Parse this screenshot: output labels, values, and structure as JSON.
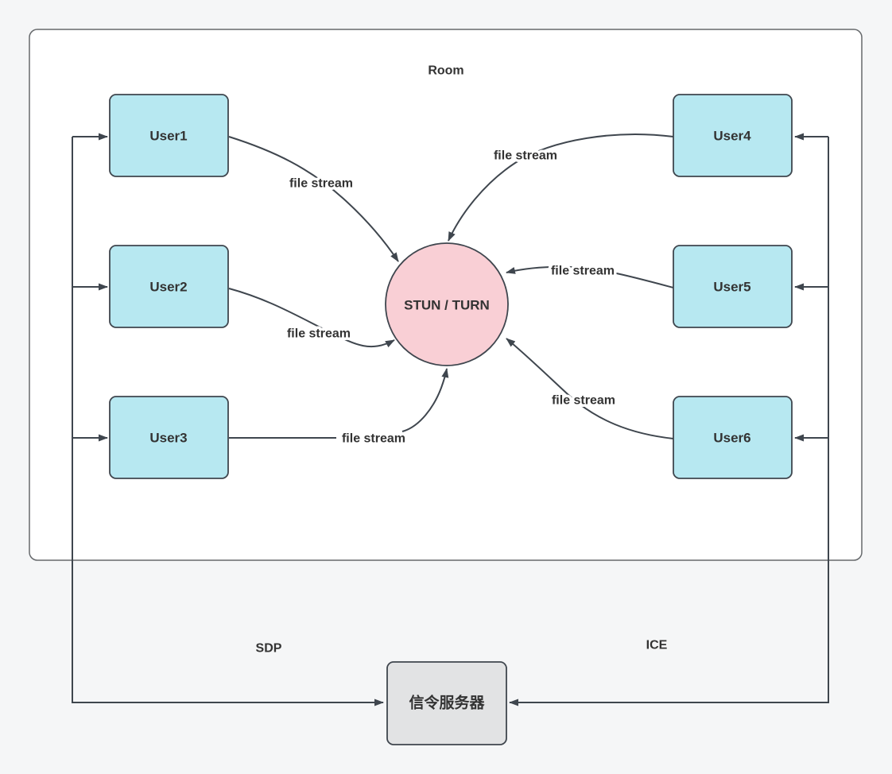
{
  "colors": {
    "page_background": "#f5f6f7",
    "room_fill": "#ffffff",
    "room_border": "#66696c",
    "user_box_fill": "#b7e8f1",
    "stun_circle_fill": "#f9cfd5",
    "signal_box_fill": "#e2e3e4",
    "shape_and_line_color": "#3f464e",
    "text_color": "#333333"
  },
  "diagram": {
    "room_label": "Room",
    "center_node_label": "STUN / TURN",
    "signal_server_label": "信令服务器",
    "sdp_label": "SDP",
    "ice_label": "ICE",
    "file_stream_label": "file stream",
    "users": [
      {
        "label": "User1"
      },
      {
        "label": "User2"
      },
      {
        "label": "User3"
      },
      {
        "label": "User4"
      },
      {
        "label": "User5"
      },
      {
        "label": "User6"
      }
    ]
  }
}
